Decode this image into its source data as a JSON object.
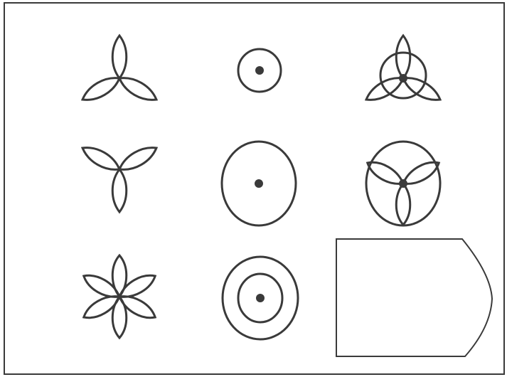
{
  "puzzle": {
    "stroke_color": "#3a3a3a",
    "fill_color": "#3a3a3a",
    "background": "#ffffff",
    "grid": [
      [
        "three-petal-flower-up",
        "small-circle-with-dot",
        "three-petal-flower-up-in-circle"
      ],
      [
        "three-petal-flower-down",
        "large-circle-with-dot",
        "three-petal-flower-down-in-circle"
      ],
      [
        "six-petal-flower",
        "double-circle-with-dot",
        "answer-box"
      ]
    ]
  }
}
